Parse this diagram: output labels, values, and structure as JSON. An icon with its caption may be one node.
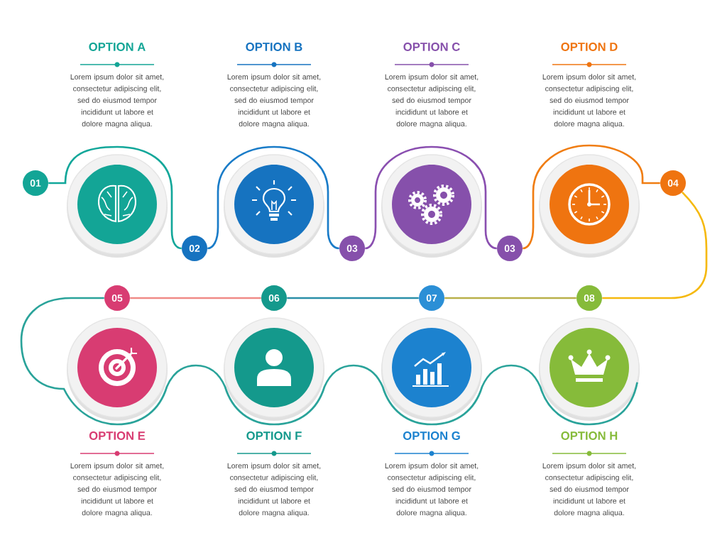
{
  "diagram": {
    "nodes": [
      {
        "text": [
          "01"
        ]
      },
      {
        "text": [
          "02"
        ]
      },
      {
        "text": [
          "03"
        ]
      },
      {
        "text": [
          "03"
        ]
      },
      {
        "text": [
          "04"
        ]
      },
      {
        "text": [
          "05"
        ]
      },
      {
        "text": [
          "06"
        ]
      },
      {
        "text": [
          "07"
        ]
      },
      {
        "text": [
          "08"
        ]
      },
      {
        "text": [],
        "shape": "circle",
        "beside": [
          "OPTION A",
          "Lorem ipsum dolor sit amet, consectetur adipiscing elit, sed do eiusmod tempor incididunt ut labore et dolore magna aliqua."
        ]
      },
      {
        "text": [],
        "shape": "circle",
        "beside": [
          "OPTION B",
          "Lorem ipsum dolor sit amet, consectetur adipiscing elit, sed do eiusmod tempor incididunt ut labore et dolore magna aliqua."
        ]
      },
      {
        "text": [],
        "shape": "circle",
        "beside": [
          "OPTION C",
          "Lorem ipsum dolor sit amet, consectetur adipiscing elit, sed do eiusmod tempor incididunt ut labore et dolore magna aliqua."
        ]
      },
      {
        "text": [],
        "shape": "circle",
        "beside": [
          "OPTION D",
          "Lorem ipsum dolor sit amet, consectetur adipiscing elit, sed do eiusmod tempor incididunt ut labore et dolore magna aliqua."
        ]
      },
      {
        "text": [],
        "shape": "circle",
        "beside": [
          "OPTION E",
          "Lorem ipsum dolor sit amet, consectetur adipiscing elit, sed do eiusmod tempor incididunt ut labore et dolore magna aliqua."
        ]
      },
      {
        "text": [],
        "shape": "circle",
        "beside": [
          "OPTION F",
          "Lorem ipsum dolor sit amet, consectetur adipiscing elit, sed do eiusmod tempor incididunt ut labore et dolore magna aliqua."
        ]
      },
      {
        "text": [],
        "shape": "circle",
        "beside": [
          "OPTION G",
          "Lorem ipsum dolor sit amet, consectetur adipiscing elit, sed do eiusmod tempor incididunt ut labore et dolore magna aliqua."
        ]
      },
      {
        "text": [],
        "shape": "circle",
        "beside": [
          "OPTION H",
          "Lorem ipsum dolor sit amet, consectetur adipiscing elit, sed do eiusmod tempor incididunt ut labore et dolore magna aliqua."
        ]
      }
    ],
    "edges": [
      {
        "from": 0,
        "to": 1,
        "arrow": "none",
        "color": "#12a79a"
      },
      {
        "from": 1,
        "to": 2,
        "arrow": "none",
        "color": "#1a7cc8"
      },
      {
        "from": 2,
        "to": 3,
        "arrow": "none",
        "color": "#8a4fb0"
      },
      {
        "from": 3,
        "to": 4,
        "arrow": "none",
        "color": "#f07d12"
      },
      {
        "from": 4,
        "to": 8,
        "arrow": "none",
        "color": "#f5b90f"
      },
      {
        "from": 8,
        "to": 7,
        "arrow": "none",
        "color": "#b9b04a"
      },
      {
        "from": 7,
        "to": 6,
        "arrow": "none",
        "color": "#2a8fa8"
      },
      {
        "from": 6,
        "to": 5,
        "arrow": "none",
        "color": "#f08a86"
      },
      {
        "from": 5,
        "to": 16,
        "arrow": "none",
        "color": "#2aa39a"
      }
    ]
  }
}
